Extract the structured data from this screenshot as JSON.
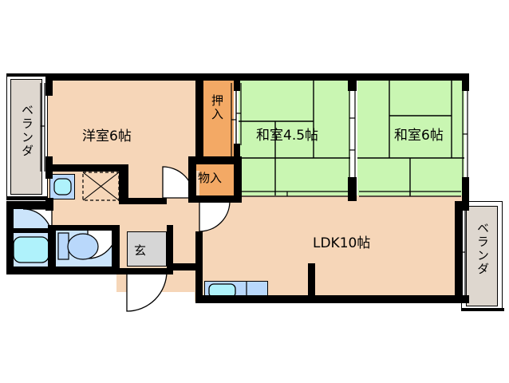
{
  "plan": {
    "title": "間取り図",
    "type": "apartment-floor-plan",
    "colors": {
      "wall": "#000000",
      "flooring": "#f6d6b8",
      "tatami": "#c9f6b2",
      "closet": "#f3a965",
      "veranda": "#ded7cf",
      "water": "#cbe4fb",
      "bathtub": "#aff2fb",
      "sink": "#b9d8fb",
      "entry": "#d6d6d6",
      "background": "#ffffff"
    },
    "rooms": [
      {
        "id": "washitsu-6",
        "label": "和室6帖",
        "kind": "tatami",
        "size_jo": 6
      },
      {
        "id": "washitsu-45",
        "label": "和室4.5帖",
        "kind": "tatami",
        "size_jo": 4.5
      },
      {
        "id": "yoshitsu-6",
        "label": "洋室6帖",
        "kind": "western",
        "size_jo": 6
      },
      {
        "id": "ldk-10",
        "label": "LDK10帖",
        "kind": "ldk",
        "size_jo": 10
      },
      {
        "id": "oshiire",
        "label": "押入",
        "kind": "closet"
      },
      {
        "id": "mono-ire",
        "label": "物入",
        "kind": "closet"
      },
      {
        "id": "genkan",
        "label": "玄",
        "kind": "entrance"
      },
      {
        "id": "veranda-left",
        "label": "ベランダ",
        "kind": "balcony"
      },
      {
        "id": "veranda-right",
        "label": "ベランダ",
        "kind": "balcony"
      }
    ],
    "labels": {
      "washitsu6": "和室6帖",
      "washitsu45": "和室4.5帖",
      "yoshitsu6": "洋室6帖",
      "ldk10": "LDK10帖",
      "oshiire": "押入",
      "monoire": "物入",
      "genkan": "玄",
      "veranda_left": "ベランダ",
      "veranda_right": "ベランダ"
    },
    "fixtures": [
      {
        "id": "bathtub",
        "name": "bathtub-icon"
      },
      {
        "id": "toilet",
        "name": "toilet-icon"
      },
      {
        "id": "washbasin",
        "name": "washbasin-icon"
      },
      {
        "id": "washer-space",
        "name": "washing-machine-space-icon"
      },
      {
        "id": "kitchen-sink",
        "name": "kitchen-sink-icon"
      }
    ]
  }
}
